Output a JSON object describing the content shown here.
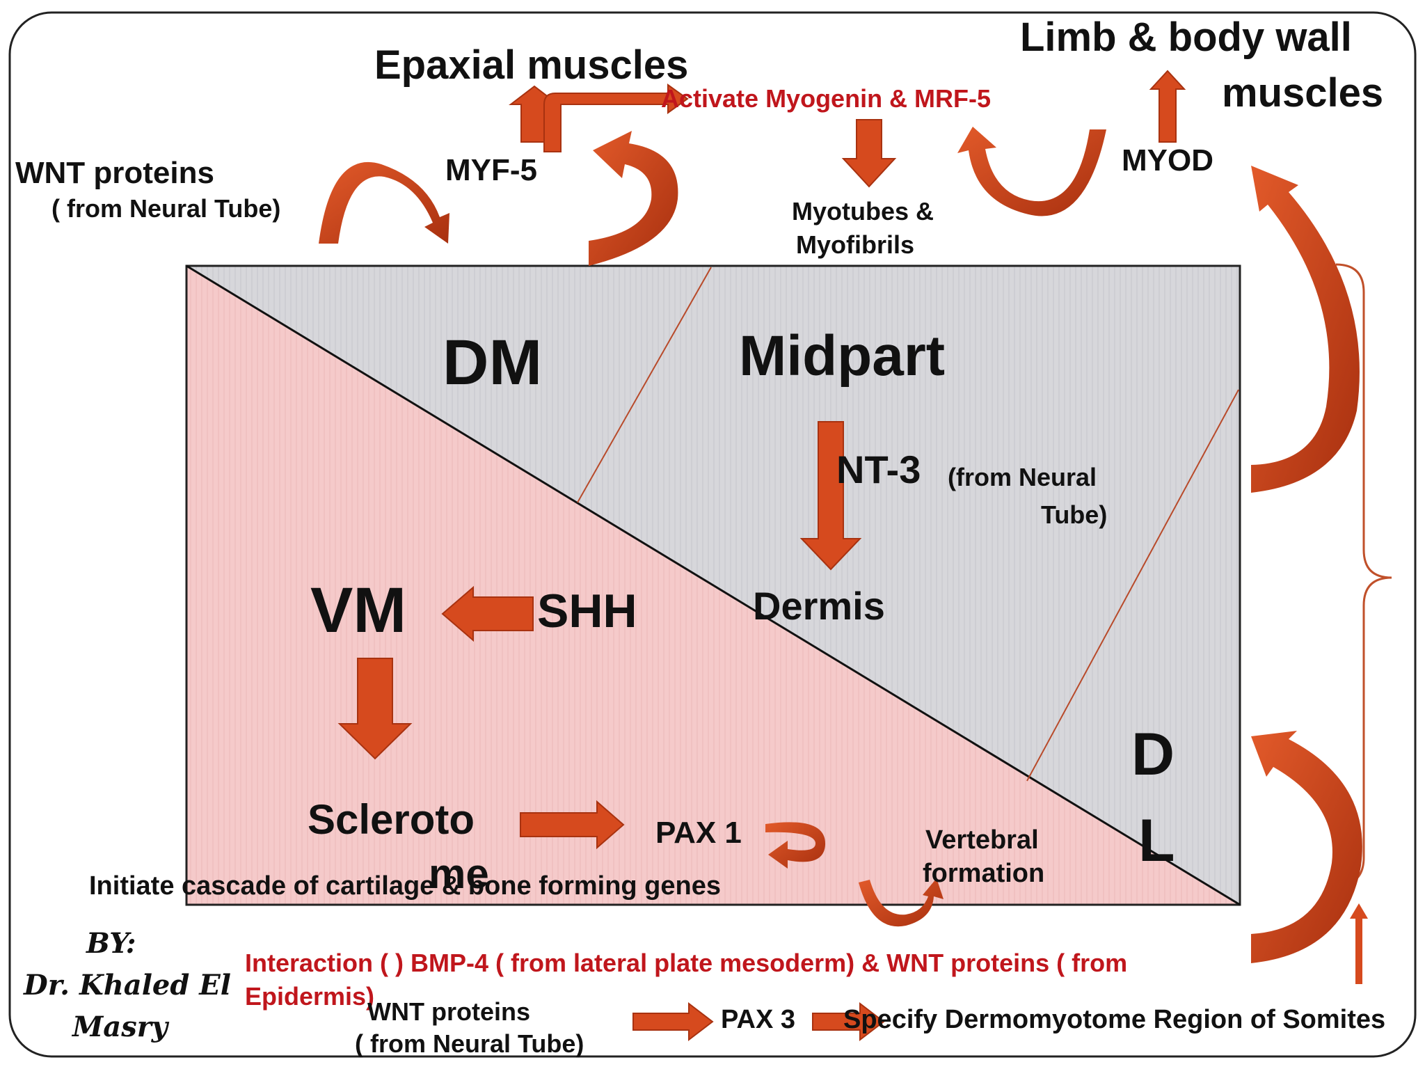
{
  "colors": {
    "arrow": "#d64a1e",
    "arrow_dark": "#9c2a0c",
    "red_text": "#c0161c",
    "ventral_fill": "#f4c9c9",
    "dorsal_fill": "#d6d6da"
  },
  "regions": {
    "dm": "DM",
    "midpart": "Midpart",
    "vm": "VM",
    "dl_top": "D",
    "dl_bottom": "L"
  },
  "labels": {
    "epaxial": "Epaxial muscles",
    "limb_line1": "Limb & body wall",
    "limb_line2": "muscles",
    "activate": "Activate Myogenin & MRF-5",
    "wnt_top": "WNT proteins",
    "wnt_top_source": "( from Neural Tube)",
    "myf5": "MYF-5",
    "myotubes_line1": "Myotubes &",
    "myotubes_line2": "Myofibrils",
    "myod": "MYOD",
    "nt3": "NT-3",
    "nt3_source_line1": "(from Neural",
    "nt3_source_line2": "Tube)",
    "dermis": "Dermis",
    "shh": "SHH",
    "sclerotome_line1": "Scleroto",
    "sclerotome_line2": "me",
    "pax1": "PAX 1",
    "vertebral_line1": "Vertebral",
    "vertebral_line2": "formation",
    "cascade": "Initiate cascade of cartilage & bone forming genes",
    "interaction_line1": "Interaction ( ) BMP-4 ( from lateral plate mesoderm) & WNT proteins ( from",
    "interaction_line2": "Epidermis)",
    "wnt_bottom": "WNT proteins",
    "wnt_bottom_source": "( from Neural Tube)",
    "pax3": "PAX 3",
    "specify": "Specify Dermomyotome Region of Somites"
  },
  "author": {
    "line1": "BY:",
    "line2": "Dr. Khaled El",
    "line3": "Masry"
  }
}
